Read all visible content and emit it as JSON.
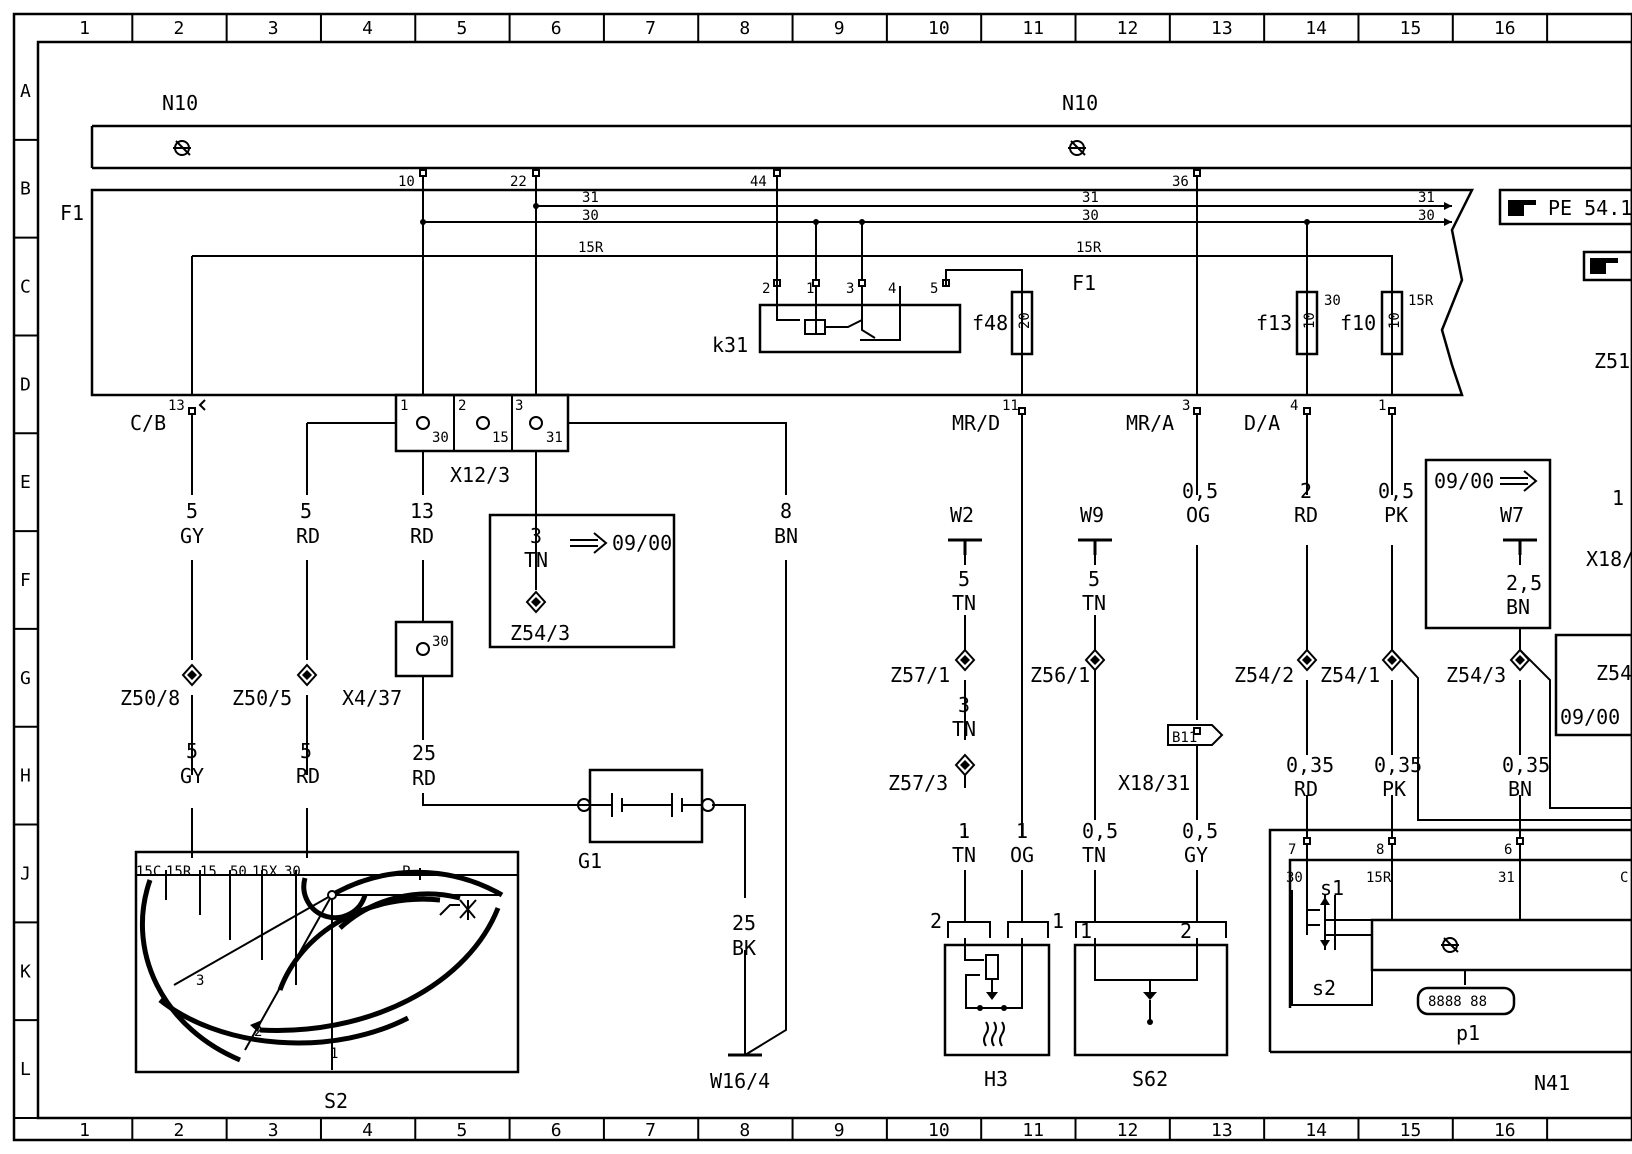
{
  "grid": {
    "columns": [
      "1",
      "2",
      "3",
      "4",
      "5",
      "6",
      "7",
      "8",
      "9",
      "10",
      "11",
      "12",
      "13",
      "14",
      "15",
      "16"
    ],
    "rows": [
      "A",
      "B",
      "C",
      "D",
      "E",
      "F",
      "G",
      "H",
      "J",
      "K",
      "L"
    ]
  },
  "modules": {
    "n10_left": "N10",
    "n10_right": "N10",
    "f1_left": "F1",
    "f1_mid": "F1",
    "pe_ref": "PE 54.1",
    "z51": "Z51"
  },
  "bus_pins": {
    "p10": "10",
    "p22": "22",
    "p44": "44",
    "p36": "36"
  },
  "rails": {
    "r31a": "31",
    "r30a": "30",
    "r15ra": "15R",
    "r31b": "31",
    "r30b": "30",
    "r15rb": "15R",
    "r31c": "31",
    "r30c": "30"
  },
  "relay": {
    "name": "k31",
    "pins": [
      "2",
      "1",
      "3",
      "4",
      "5"
    ]
  },
  "fuses": {
    "f48": {
      "name": "f48",
      "rating": "20"
    },
    "f13": {
      "name": "f13",
      "rating": "10",
      "terminal": "30"
    },
    "f10": {
      "name": "f10",
      "rating": "10",
      "terminal": "15R"
    }
  },
  "connectors": {
    "cb": {
      "name": "C/B",
      "pin": "13"
    },
    "mrd": {
      "name": "MR/D",
      "pin": "11"
    },
    "mra": {
      "name": "MR/A",
      "pin": "3"
    },
    "da": {
      "name": "D/A",
      "pin4": "4",
      "pin1": "1"
    },
    "x12": {
      "name": "X12/3",
      "p1": "1",
      "p2": "2",
      "p3": "3",
      "t30": "30",
      "t15": "15",
      "t31": "31"
    },
    "x4": {
      "name": "X4/37",
      "term": "30"
    },
    "x18_31": {
      "name": "X18/31",
      "pin": "B11"
    },
    "x18_right": "X18/",
    "right_one": "1"
  },
  "wires": {
    "w_gy_top": {
      "size": "5",
      "color": "GY"
    },
    "w_rd_top": {
      "size": "5",
      "color": "RD"
    },
    "w_13rd": {
      "size": "13",
      "color": "RD"
    },
    "w_8bn": {
      "size": "8",
      "color": "BN"
    },
    "w_gy_bot": {
      "size": "5",
      "color": "GY"
    },
    "w_rd_bot": {
      "size": "5",
      "color": "RD"
    },
    "w_25rd": {
      "size": "25",
      "color": "RD"
    },
    "w_25bk": {
      "size": "25",
      "color": "BK"
    },
    "w_3tn": {
      "size": "3",
      "color": "TN"
    },
    "w_w2": {
      "size": "5",
      "color": "TN"
    },
    "w_z57mid": {
      "size": "3",
      "color": "TN"
    },
    "w_h3a": {
      "size": "1",
      "color": "TN"
    },
    "w_h3b": {
      "size": "1",
      "color": "OG"
    },
    "w_w9": {
      "size": "5",
      "color": "TN"
    },
    "w_s62a": {
      "size": "0,5",
      "color": "TN"
    },
    "w_s62b": {
      "size": "0,5",
      "color": "GY"
    },
    "w_og": {
      "size": "0,5",
      "color": "OG"
    },
    "w_2rd": {
      "size": "2",
      "color": "RD"
    },
    "w_05pk": {
      "size": "0,5",
      "color": "PK"
    },
    "w_25bn": {
      "size": "2,5",
      "color": "BN"
    },
    "w_035rd": {
      "size": "0,35",
      "color": "RD"
    },
    "w_035pk": {
      "size": "0,35",
      "color": "PK"
    },
    "w_035bn": {
      "size": "0,35",
      "color": "BN"
    }
  },
  "splices": {
    "z50_8": "Z50/8",
    "z50_5": "Z50/5",
    "z54_3a": "Z54/3",
    "z57_1": "Z57/1",
    "z57_3": "Z57/3",
    "z56_1": "Z56/1",
    "z54_2": "Z54/2",
    "z54_1": "Z54/1",
    "z54_3b": "Z54/3",
    "z54_right": "Z54"
  },
  "grounds": {
    "w2": "W2",
    "w9": "W9",
    "w7": "W7",
    "w16": "W16/4"
  },
  "notes": {
    "since_a": "09/00",
    "since_b": "09/00",
    "since_c": "09/00"
  },
  "components": {
    "g1": "G1",
    "h3": {
      "name": "H3",
      "p2": "2",
      "p1": "1"
    },
    "s62": {
      "name": "S62",
      "p1": "1",
      "p2": "2"
    },
    "s2": {
      "name": "S2",
      "terms": [
        "15C",
        "15R",
        "15",
        "50",
        "15X",
        "30"
      ],
      "p": "P",
      "n1": "1",
      "n2": "2",
      "n3": "3"
    },
    "n41": {
      "name": "N41",
      "pins": [
        "7",
        "8",
        "6"
      ],
      "terms": [
        "30",
        "15R",
        "31",
        "C"
      ],
      "s1": "s1",
      "s2": "s2",
      "p1": "p1",
      "display": "8888 88"
    }
  }
}
